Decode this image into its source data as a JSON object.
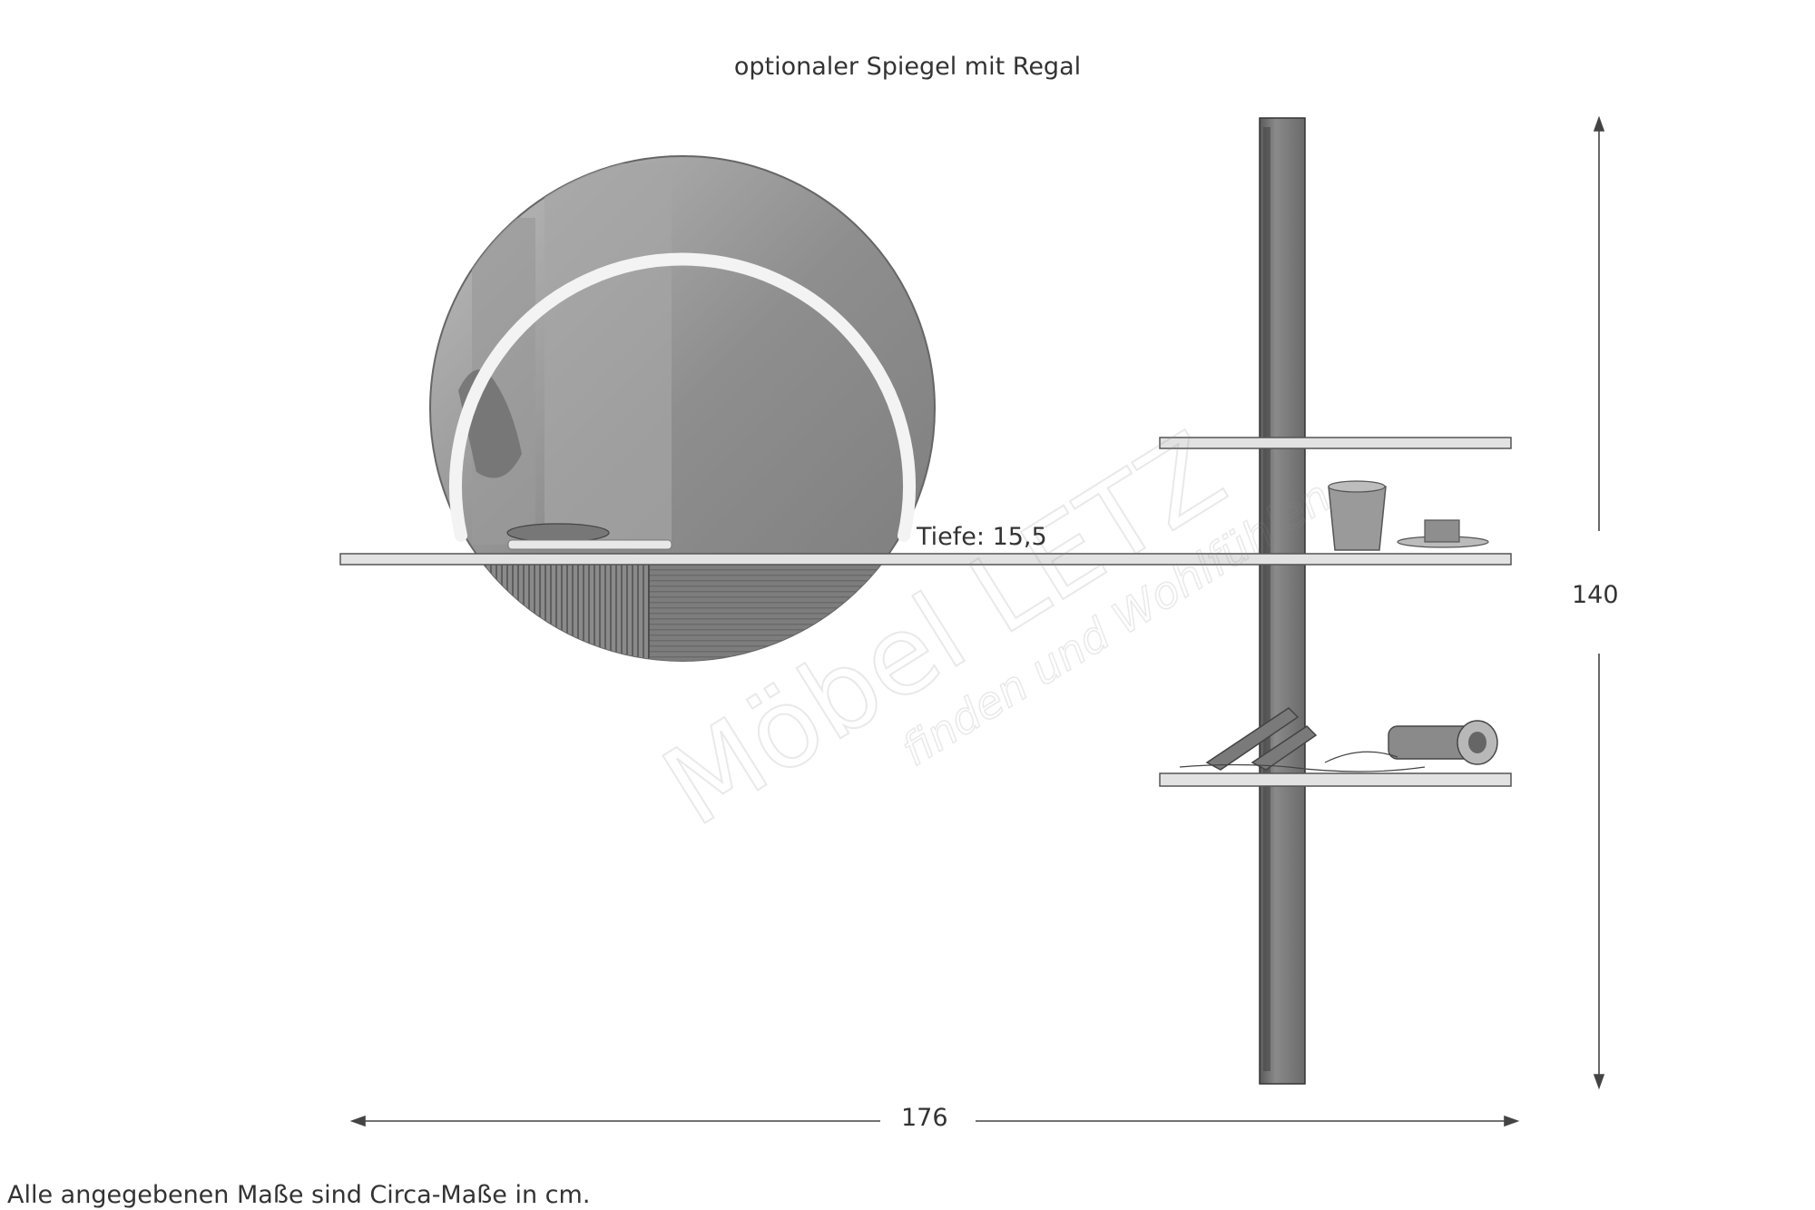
{
  "title": "optionaler Spiegel mit Regal",
  "dimensions": {
    "height": "140",
    "width": "176",
    "depth": "Tiefe: 15,5"
  },
  "footnote": "Alle angegebenen Maße sind Circa-Maße in cm.",
  "watermark": {
    "brand": "Möbel LETZ",
    "slogan": "finden und Wohlfühlen"
  },
  "colors": {
    "line": "#555555",
    "mirror": "#8f8f8f",
    "shelf": "#dcdcdc",
    "post": "#7a7a7a"
  }
}
